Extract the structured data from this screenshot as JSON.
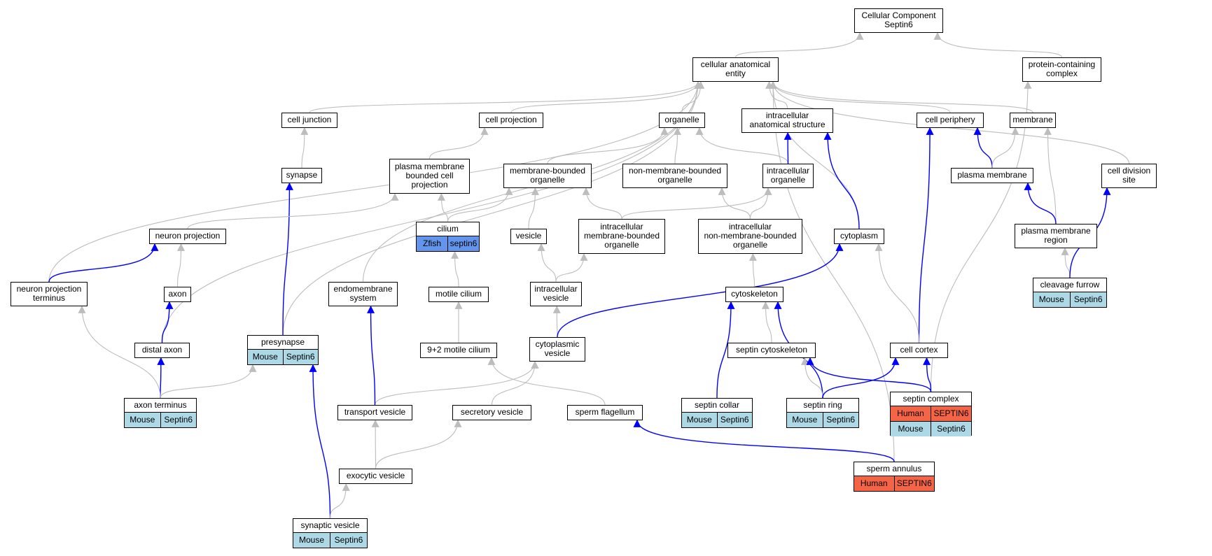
{
  "colors": {
    "gray_edge": "#bdbdbd",
    "blue_edge": "#0000ff",
    "mouse_tag": "#add8e6",
    "human_tag": "#f66446",
    "zfish_tag": "#6495ed"
  },
  "nodes": {
    "root": {
      "label": "Cellular Component\nSeptin6"
    },
    "cae": {
      "label": "cellular anatomical\nentity"
    },
    "pcc": {
      "label": "protein-containing\ncomplex"
    },
    "cj": {
      "label": "cell junction"
    },
    "cproj": {
      "label": "cell projection"
    },
    "org": {
      "label": "organelle"
    },
    "ias": {
      "label": "intracellular\nanatomical structure"
    },
    "cper": {
      "label": "cell periphery"
    },
    "mem": {
      "label": "membrane"
    },
    "syn": {
      "label": "synapse"
    },
    "pmbcp": {
      "label": "plasma membrane\nbounded cell\nprojection"
    },
    "mbo": {
      "label": "membrane-bounded\norganelle"
    },
    "nmbo": {
      "label": "non-membrane-bounded\norganelle"
    },
    "io": {
      "label": "intracellular\norganelle"
    },
    "pm": {
      "label": "plasma membrane"
    },
    "cds": {
      "label": "cell division\nsite"
    },
    "nproj": {
      "label": "neuron projection"
    },
    "cil": {
      "label": "cilium",
      "tags": [
        {
          "species": "Zfish",
          "gene": "septin6",
          "color": "zfish"
        }
      ]
    },
    "ves": {
      "label": "vesicle"
    },
    "imbo": {
      "label": "intracellular\nmembrane-bounded\norganelle"
    },
    "inmbo": {
      "label": "intracellular\nnon-membrane-bounded\norganelle"
    },
    "cyto": {
      "label": "cytoplasm"
    },
    "pmr": {
      "label": "plasma membrane\nregion"
    },
    "npt": {
      "label": "neuron projection\nterminus"
    },
    "axon": {
      "label": "axon"
    },
    "ems": {
      "label": "endomembrane\nsystem"
    },
    "motc": {
      "label": "motile cilium"
    },
    "iv": {
      "label": "intracellular\nvesicle"
    },
    "csk": {
      "label": "cytoskeleton"
    },
    "cfur": {
      "label": "cleavage furrow",
      "tags": [
        {
          "species": "Mouse",
          "gene": "Septin6",
          "color": "mouse"
        }
      ]
    },
    "dax": {
      "label": "distal axon"
    },
    "pre": {
      "label": "presynapse",
      "tags": [
        {
          "species": "Mouse",
          "gene": "Septin6",
          "color": "mouse"
        }
      ]
    },
    "m92": {
      "label": "9+2 motile cilium"
    },
    "cves": {
      "label": "cytoplasmic\nvesicle"
    },
    "scsk": {
      "label": "septin cytoskeleton"
    },
    "ccor": {
      "label": "cell cortex"
    },
    "axt": {
      "label": "axon terminus",
      "tags": [
        {
          "species": "Mouse",
          "gene": "Septin6",
          "color": "mouse"
        }
      ]
    },
    "tves": {
      "label": "transport vesicle"
    },
    "sves": {
      "label": "secretory vesicle"
    },
    "sflag": {
      "label": "sperm flagellum"
    },
    "scol": {
      "label": "septin collar",
      "tags": [
        {
          "species": "Mouse",
          "gene": "Septin6",
          "color": "mouse"
        }
      ]
    },
    "sring": {
      "label": "septin ring",
      "tags": [
        {
          "species": "Mouse",
          "gene": "Septin6",
          "color": "mouse"
        }
      ]
    },
    "scomp": {
      "label": "septin complex",
      "tags": [
        {
          "species": "Human",
          "gene": "SEPTIN6",
          "color": "human"
        },
        {
          "species": "Mouse",
          "gene": "Septin6",
          "color": "mouse"
        }
      ]
    },
    "exo": {
      "label": "exocytic vesicle"
    },
    "sann": {
      "label": "sperm annulus",
      "tags": [
        {
          "species": "Human",
          "gene": "SEPTIN6",
          "color": "human"
        }
      ]
    },
    "synv": {
      "label": "synaptic vesicle",
      "tags": [
        {
          "species": "Mouse",
          "gene": "Septin6",
          "color": "mouse"
        }
      ]
    }
  },
  "edges": [
    {
      "from": "cae",
      "to": "root",
      "type": "gray"
    },
    {
      "from": "pcc",
      "to": "root",
      "type": "gray"
    },
    {
      "from": "cj",
      "to": "cae",
      "type": "gray"
    },
    {
      "from": "cproj",
      "to": "cae",
      "type": "gray"
    },
    {
      "from": "org",
      "to": "cae",
      "type": "gray"
    },
    {
      "from": "ias",
      "to": "cae",
      "type": "gray"
    },
    {
      "from": "cper",
      "to": "cae",
      "type": "gray"
    },
    {
      "from": "mem",
      "to": "cae",
      "type": "gray"
    },
    {
      "from": "cds",
      "to": "cae",
      "type": "gray"
    },
    {
      "from": "cyto",
      "to": "cae",
      "type": "gray"
    },
    {
      "from": "ems",
      "to": "cae",
      "type": "gray"
    },
    {
      "from": "pre",
      "to": "cae",
      "type": "gray"
    },
    {
      "from": "dax",
      "to": "cae",
      "type": "gray"
    },
    {
      "from": "npt",
      "to": "cae",
      "type": "gray"
    },
    {
      "from": "sann",
      "to": "cae",
      "type": "gray"
    },
    {
      "from": "scomp",
      "to": "pcc",
      "type": "gray"
    },
    {
      "from": "syn",
      "to": "cj",
      "type": "gray"
    },
    {
      "from": "pmbcp",
      "to": "cproj",
      "type": "gray"
    },
    {
      "from": "mbo",
      "to": "org",
      "type": "gray"
    },
    {
      "from": "nmbo",
      "to": "org",
      "type": "gray"
    },
    {
      "from": "io",
      "to": "org",
      "type": "gray"
    },
    {
      "from": "io",
      "to": "ias",
      "type": "blue"
    },
    {
      "from": "cyto",
      "to": "ias",
      "type": "blue"
    },
    {
      "from": "pm",
      "to": "cper",
      "type": "blue"
    },
    {
      "from": "ccor",
      "to": "cper",
      "type": "blue"
    },
    {
      "from": "pm",
      "to": "mem",
      "type": "gray"
    },
    {
      "from": "pmr",
      "to": "mem",
      "type": "gray"
    },
    {
      "from": "pmr",
      "to": "pm",
      "type": "blue"
    },
    {
      "from": "cfur",
      "to": "pmr",
      "type": "gray"
    },
    {
      "from": "cfur",
      "to": "cds",
      "type": "blue"
    },
    {
      "from": "pre",
      "to": "syn",
      "type": "blue"
    },
    {
      "from": "nproj",
      "to": "pmbcp",
      "type": "gray"
    },
    {
      "from": "cil",
      "to": "pmbcp",
      "type": "gray"
    },
    {
      "from": "cil",
      "to": "mbo",
      "type": "gray"
    },
    {
      "from": "ves",
      "to": "mbo",
      "type": "gray"
    },
    {
      "from": "imbo",
      "to": "mbo",
      "type": "gray"
    },
    {
      "from": "imbo",
      "to": "io",
      "type": "gray"
    },
    {
      "from": "inmbo",
      "to": "io",
      "type": "gray"
    },
    {
      "from": "inmbo",
      "to": "nmbo",
      "type": "gray"
    },
    {
      "from": "npt",
      "to": "nproj",
      "type": "blue"
    },
    {
      "from": "axon",
      "to": "nproj",
      "type": "gray"
    },
    {
      "from": "dax",
      "to": "axon",
      "type": "blue"
    },
    {
      "from": "axt",
      "to": "dax",
      "type": "blue"
    },
    {
      "from": "axt",
      "to": "npt",
      "type": "gray"
    },
    {
      "from": "axt",
      "to": "pre",
      "type": "gray"
    },
    {
      "from": "synv",
      "to": "pre",
      "type": "blue"
    },
    {
      "from": "motc",
      "to": "cil",
      "type": "gray"
    },
    {
      "from": "m92",
      "to": "motc",
      "type": "gray"
    },
    {
      "from": "iv",
      "to": "ves",
      "type": "gray"
    },
    {
      "from": "iv",
      "to": "imbo",
      "type": "gray"
    },
    {
      "from": "cves",
      "to": "iv",
      "type": "gray"
    },
    {
      "from": "cves",
      "to": "cyto",
      "type": "blue"
    },
    {
      "from": "tves",
      "to": "cves",
      "type": "gray"
    },
    {
      "from": "sves",
      "to": "cves",
      "type": "gray"
    },
    {
      "from": "tves",
      "to": "ems",
      "type": "blue"
    },
    {
      "from": "exo",
      "to": "tves",
      "type": "gray"
    },
    {
      "from": "exo",
      "to": "sves",
      "type": "gray"
    },
    {
      "from": "synv",
      "to": "exo",
      "type": "gray"
    },
    {
      "from": "sflag",
      "to": "m92",
      "type": "gray"
    },
    {
      "from": "sann",
      "to": "sflag",
      "type": "blue"
    },
    {
      "from": "csk",
      "to": "inmbo",
      "type": "gray"
    },
    {
      "from": "scsk",
      "to": "csk",
      "type": "gray"
    },
    {
      "from": "scol",
      "to": "csk",
      "type": "blue"
    },
    {
      "from": "sring",
      "to": "csk",
      "type": "blue"
    },
    {
      "from": "sring",
      "to": "scsk",
      "type": "gray"
    },
    {
      "from": "scomp",
      "to": "scsk",
      "type": "blue"
    },
    {
      "from": "sring",
      "to": "ccor",
      "type": "blue"
    },
    {
      "from": "scomp",
      "to": "ccor",
      "type": "blue"
    },
    {
      "from": "ccor",
      "to": "cyto",
      "type": "gray"
    }
  ]
}
